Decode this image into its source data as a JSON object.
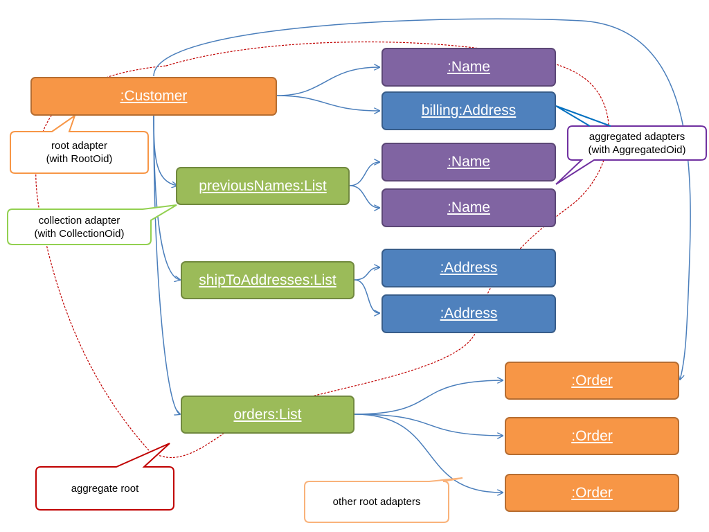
{
  "nodes": {
    "customer": ":Customer",
    "name1": ":Name",
    "billing": "billing:Address",
    "name2": ":Name",
    "name3": ":Name",
    "previous_names": "previousNames:List",
    "ship_to": "shipToAddresses:List",
    "address1": ":Address",
    "address2": ":Address",
    "orders": "orders:List",
    "order1": ":Order",
    "order2": ":Order",
    "order3": ":Order"
  },
  "callouts": {
    "root_adapter": "root adapter\n(with RootOid)",
    "collection_adapter": "collection adapter\n(with CollectionOid)",
    "aggregated_adapters": "aggregated adapters\n(with AggregatedOid)",
    "aggregate_root": "aggregate root",
    "other_root_adapters": "other root adapters"
  },
  "colors": {
    "root": "#f79646",
    "aggregated_name": "#8064a2",
    "aggregated_address": "#4f81bd",
    "collection": "#9bbb59",
    "connector": "#4a7ebb",
    "aggregate_boundary": "#c00000"
  }
}
